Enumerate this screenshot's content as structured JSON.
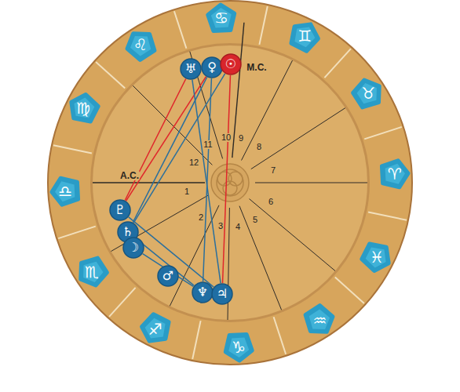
{
  "diagram": {
    "nodes": [
      {
        "text": [
          "♋"
        ]
      },
      {
        "text": [
          "♊"
        ]
      },
      {
        "text": [
          "♉"
        ]
      },
      {
        "text": [
          "♈"
        ]
      },
      {
        "text": [
          "♓"
        ]
      },
      {
        "text": [
          "♒"
        ]
      },
      {
        "text": [
          "♑"
        ]
      },
      {
        "text": [
          "♐"
        ]
      },
      {
        "text": [
          "♏"
        ]
      },
      {
        "text": [
          "♎"
        ]
      },
      {
        "text": [
          "♍"
        ]
      },
      {
        "text": [
          "♌"
        ]
      },
      {
        "text": [
          "♅"
        ]
      },
      {
        "text": [
          "♀"
        ]
      },
      {
        "text": [
          "☉"
        ]
      },
      {
        "text": [
          "♇"
        ]
      },
      {
        "text": [
          "♄"
        ]
      },
      {
        "text": [
          "☽"
        ]
      },
      {
        "text": [
          "♂"
        ]
      },
      {
        "text": [
          "♆"
        ]
      },
      {
        "text": [
          "♃"
        ]
      }
    ],
    "edges": [
      {
        "from": 14,
        "to": 20,
        "arrow": "none"
      },
      {
        "from": 12,
        "to": 15,
        "arrow": "none"
      },
      {
        "from": 13,
        "to": 15,
        "arrow": "none"
      },
      {
        "from": 12,
        "to": 20,
        "arrow": "none"
      },
      {
        "from": 13,
        "to": 16,
        "arrow": "none"
      },
      {
        "from": 14,
        "to": 16,
        "arrow": "none"
      },
      {
        "from": 16,
        "to": 19,
        "arrow": "none"
      },
      {
        "from": 15,
        "to": 20,
        "arrow": "none"
      },
      {
        "from": 17,
        "to": 19,
        "arrow": "none"
      },
      {
        "from": 13,
        "to": 19,
        "arrow": "none"
      }
    ],
    "labels": [
      "M.C.",
      "A.C.",
      "1",
      "2",
      "3",
      "4",
      "5",
      "6",
      "7",
      "8",
      "9",
      "10",
      "11",
      "12"
    ]
  }
}
